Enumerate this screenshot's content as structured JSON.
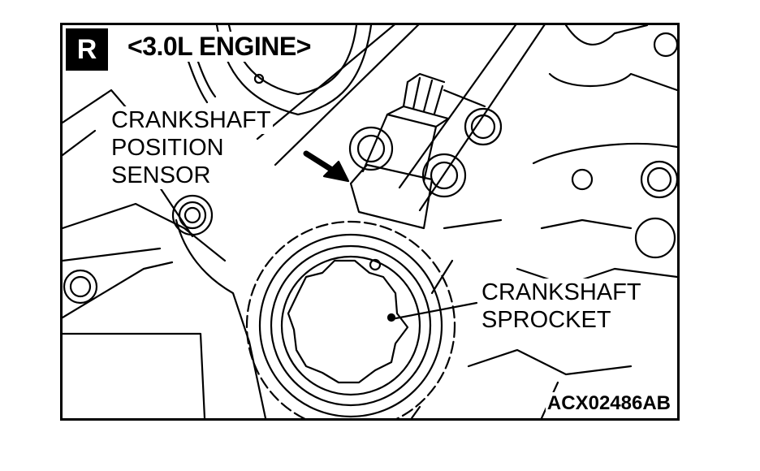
{
  "badge": "R",
  "title": "<3.0L ENGINE>",
  "labels": {
    "sensor_line1": "CRANKSHAFT",
    "sensor_line2": "POSITION",
    "sensor_line3": "SENSOR",
    "sprocket_line1": "CRANKSHAFT",
    "sprocket_line2": "SPROCKET"
  },
  "figure_code": "ACX02486AB",
  "colors": {
    "ink": "#000000",
    "paper": "#ffffff"
  }
}
